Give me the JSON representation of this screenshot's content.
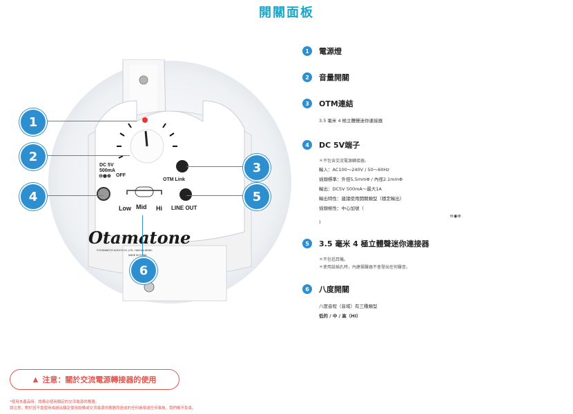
{
  "page": {
    "title": "開關面板"
  },
  "device": {
    "labels": {
      "dc": "DC 5V",
      "ma": "500mA",
      "polarity": "⊖◉⊕",
      "off": "OFF",
      "otm_link": "OTM Link",
      "low": "Low",
      "mid": "Mid",
      "hi": "Hi",
      "line_out": "LINE OUT",
      "brand": "Otamatone",
      "maker": "©YOSHIMOTO KOGYO CO.,LTD. / MAYWA DENKI",
      "made_in": "MADE IN CHINA"
    },
    "callouts": [
      "1",
      "2",
      "3",
      "4",
      "5",
      "6"
    ]
  },
  "items": [
    {
      "num": "1",
      "title": "電源燈"
    },
    {
      "num": "2",
      "title": "音量開關"
    },
    {
      "num": "3",
      "title": "OTM連結",
      "desc": [
        "3.5 毫米 4 極立體聲迷你連接器"
      ]
    },
    {
      "num": "4",
      "title": "DC 5V端子",
      "note": "＊不包含交流電源轉接器。",
      "desc": [
        "輸入：AC100～240V / 50～60Hz",
        "插頭標準：外徑5.5mmΦ / 內徑2.1mmΦ",
        "輸出：DC5V 500mA～最大1A",
        "輸出特性：建議使用開關類型（穩定輸出）",
        "插頭極性：中心加號（"
      ],
      "polarity": "⊖◉⊕",
      "close": ")"
    },
    {
      "num": "5",
      "title": "3.5 毫米 4 極立體聲迷你連接器",
      "notes": [
        "＊不包括耳機。",
        "＊使用該插孔時，內建揚聲器不會發出任何聲音。"
      ]
    },
    {
      "num": "6",
      "title": "八度開關",
      "desc": [
        "八度音程（音域）有三種類型",
        "低的 / 中 / 高（HI）"
      ]
    }
  ],
  "warning": {
    "icon": "warning-icon",
    "title": "注意：關於交流電源轉接器的使用",
    "notes": [
      "*使用本產品時，請務必使用額定的交流電源供應器。",
      "請注意，對於因不當使用或超出額定使用設備或交流電源供應器而造成的任何損壞或任何事故，我們概不負責。"
    ]
  },
  "colors": {
    "accent": "#2d8fd0",
    "title": "#1aa6c9",
    "warning": "#e0574f"
  }
}
